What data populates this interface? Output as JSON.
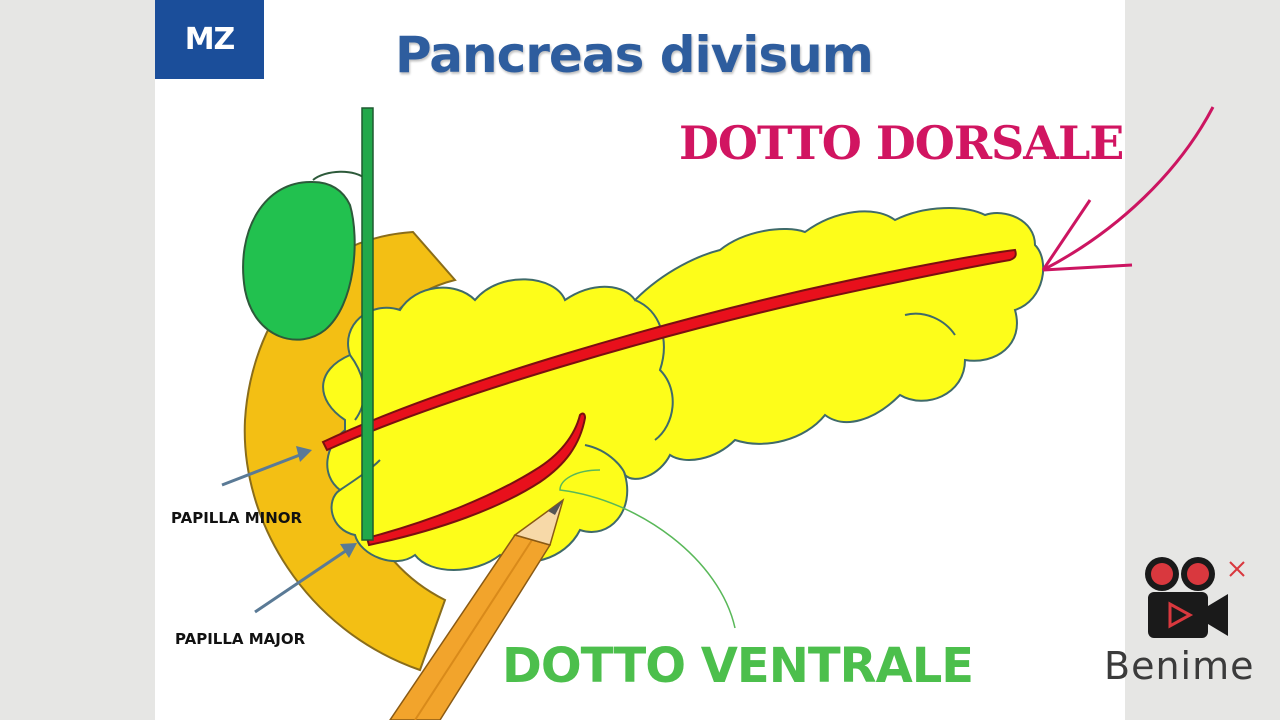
{
  "logo": {
    "text": "MZ"
  },
  "title": "Pancreas divisum",
  "labels": {
    "dorsal_duct": "DOTTO DORSALE",
    "ventral_duct": "DOTTO VENTRALE",
    "papilla_minor": "PAPILLA MINOR",
    "papilla_major": "PAPILLA MAJOR"
  },
  "colors": {
    "logo_bg": "#1b4e9a",
    "title": "#2e5d9e",
    "dorsal_label": "#d11561",
    "ventral_label": "#4cbf4c",
    "pancreas": "#fdfd1a",
    "duodenum": "#f3bf14",
    "gallbladder": "#22c14f",
    "duct": "#e8101c"
  },
  "watermark": {
    "brand": "Benime",
    "icons": [
      "film-camera-icon",
      "close-icon"
    ]
  }
}
